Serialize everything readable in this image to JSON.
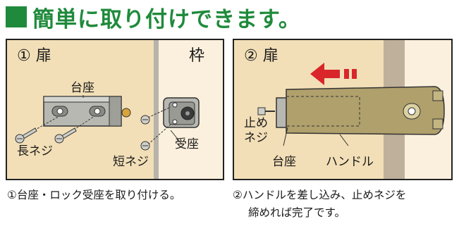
{
  "title": "簡単に取り付けできます。",
  "panel1": {
    "step": "① 扉",
    "frame": "枠",
    "base_label": "台座",
    "long_screw_label": "長ネジ",
    "short_screw_label": "短ネジ",
    "receiver_label": "受座"
  },
  "panel2": {
    "step": "② 扉",
    "stop_screw_label_1": "止め",
    "stop_screw_label_2": "ネジ",
    "base_label": "台座",
    "handle_label": "ハンドル"
  },
  "caption1": "①台座・ロック受座を取り付ける。",
  "caption2_line1": "②ハンドルを差し込み、止めネジを",
  "caption2_line2": "締めれば完了です。",
  "colors": {
    "accent_green": "#1f8a3b",
    "panel_bg": "#f2dfb7",
    "arrow_red": "#d9262b",
    "metal": "#a9a9a4",
    "handle": "#b0a06c"
  }
}
